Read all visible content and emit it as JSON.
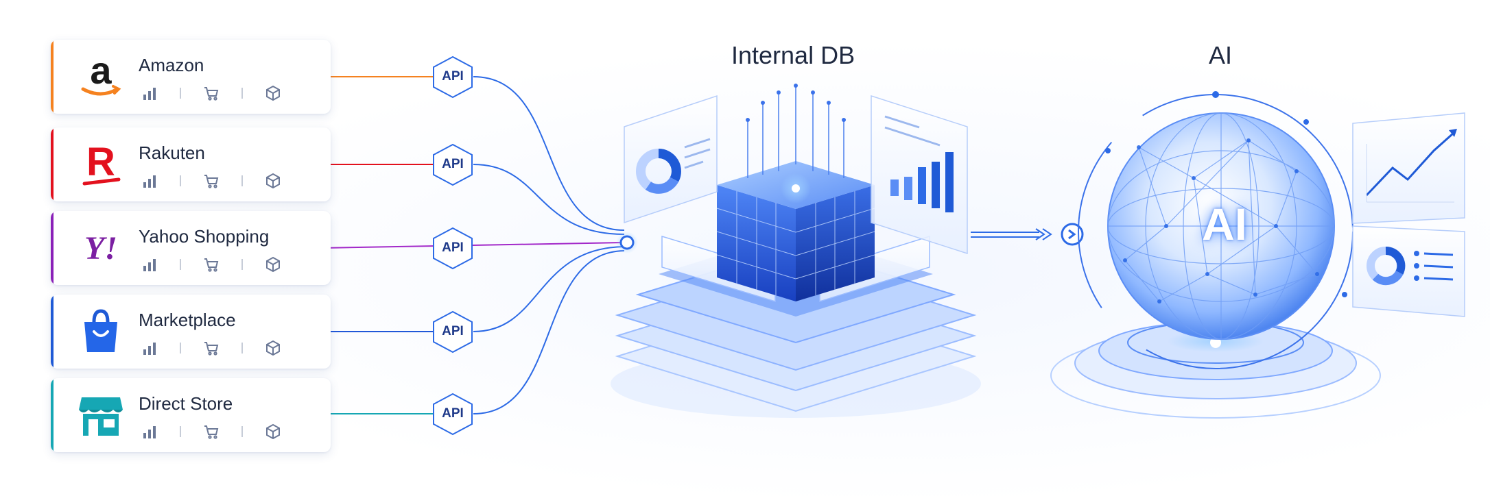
{
  "sources": [
    {
      "name": "Amazon",
      "logo_text": "a",
      "logo_icon": "amazon-logo-icon",
      "accent": "#f58220",
      "dot": "#f58220"
    },
    {
      "name": "Rakuten",
      "logo_text": "R",
      "logo_icon": "rakuten-logo-icon",
      "accent": "#e3111e",
      "dot": "#e3111e"
    },
    {
      "name": "Yahoo Shopping",
      "logo_text": "Y!",
      "logo_icon": "yahoo-logo-icon",
      "accent": "#8a20b8",
      "dot": "#a228c9"
    },
    {
      "name": "Marketplace",
      "logo_icon": "shopping-bag-icon",
      "accent": "#1f5ad6",
      "dot": "#2158d8"
    },
    {
      "name": "Direct Store",
      "logo_icon": "storefront-icon",
      "accent": "#16a7b4",
      "dot": "#16a7b4"
    }
  ],
  "card_icons": [
    "bar-chart-icon",
    "cart-icon",
    "box-icon"
  ],
  "api_label": "API",
  "internal_db": {
    "title": "Internal DB"
  },
  "ai": {
    "title": "AI",
    "sphere_label": "AI"
  },
  "colors": {
    "primary_blue": "#2466e8",
    "title_text": "#1f2940",
    "api_text": "#1f3a8a"
  }
}
